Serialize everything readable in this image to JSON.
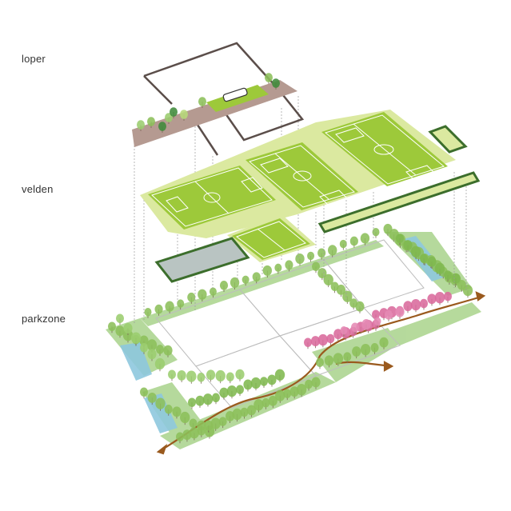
{
  "layers": {
    "loper": "loper",
    "velden": "velden",
    "parkzone": "parkzone"
  },
  "colors": {
    "field_green": "#9dc93a",
    "field_base": "#dbe9a0",
    "field_line": "#ffffff",
    "walkway": "#b59a91",
    "outline_dark": "#5b4e4a",
    "court_grey": "#b9c4c2",
    "court_border": "#3c6e2c",
    "park_green": "#a9d38b",
    "tree_green": "#8cbf5a",
    "tree_dark": "#3f8a3a",
    "tree_pink": "#d96a9c",
    "water_blue": "#8ec8de",
    "path_brown": "#9a5a1e",
    "leader_line": "#9a9a9a"
  }
}
